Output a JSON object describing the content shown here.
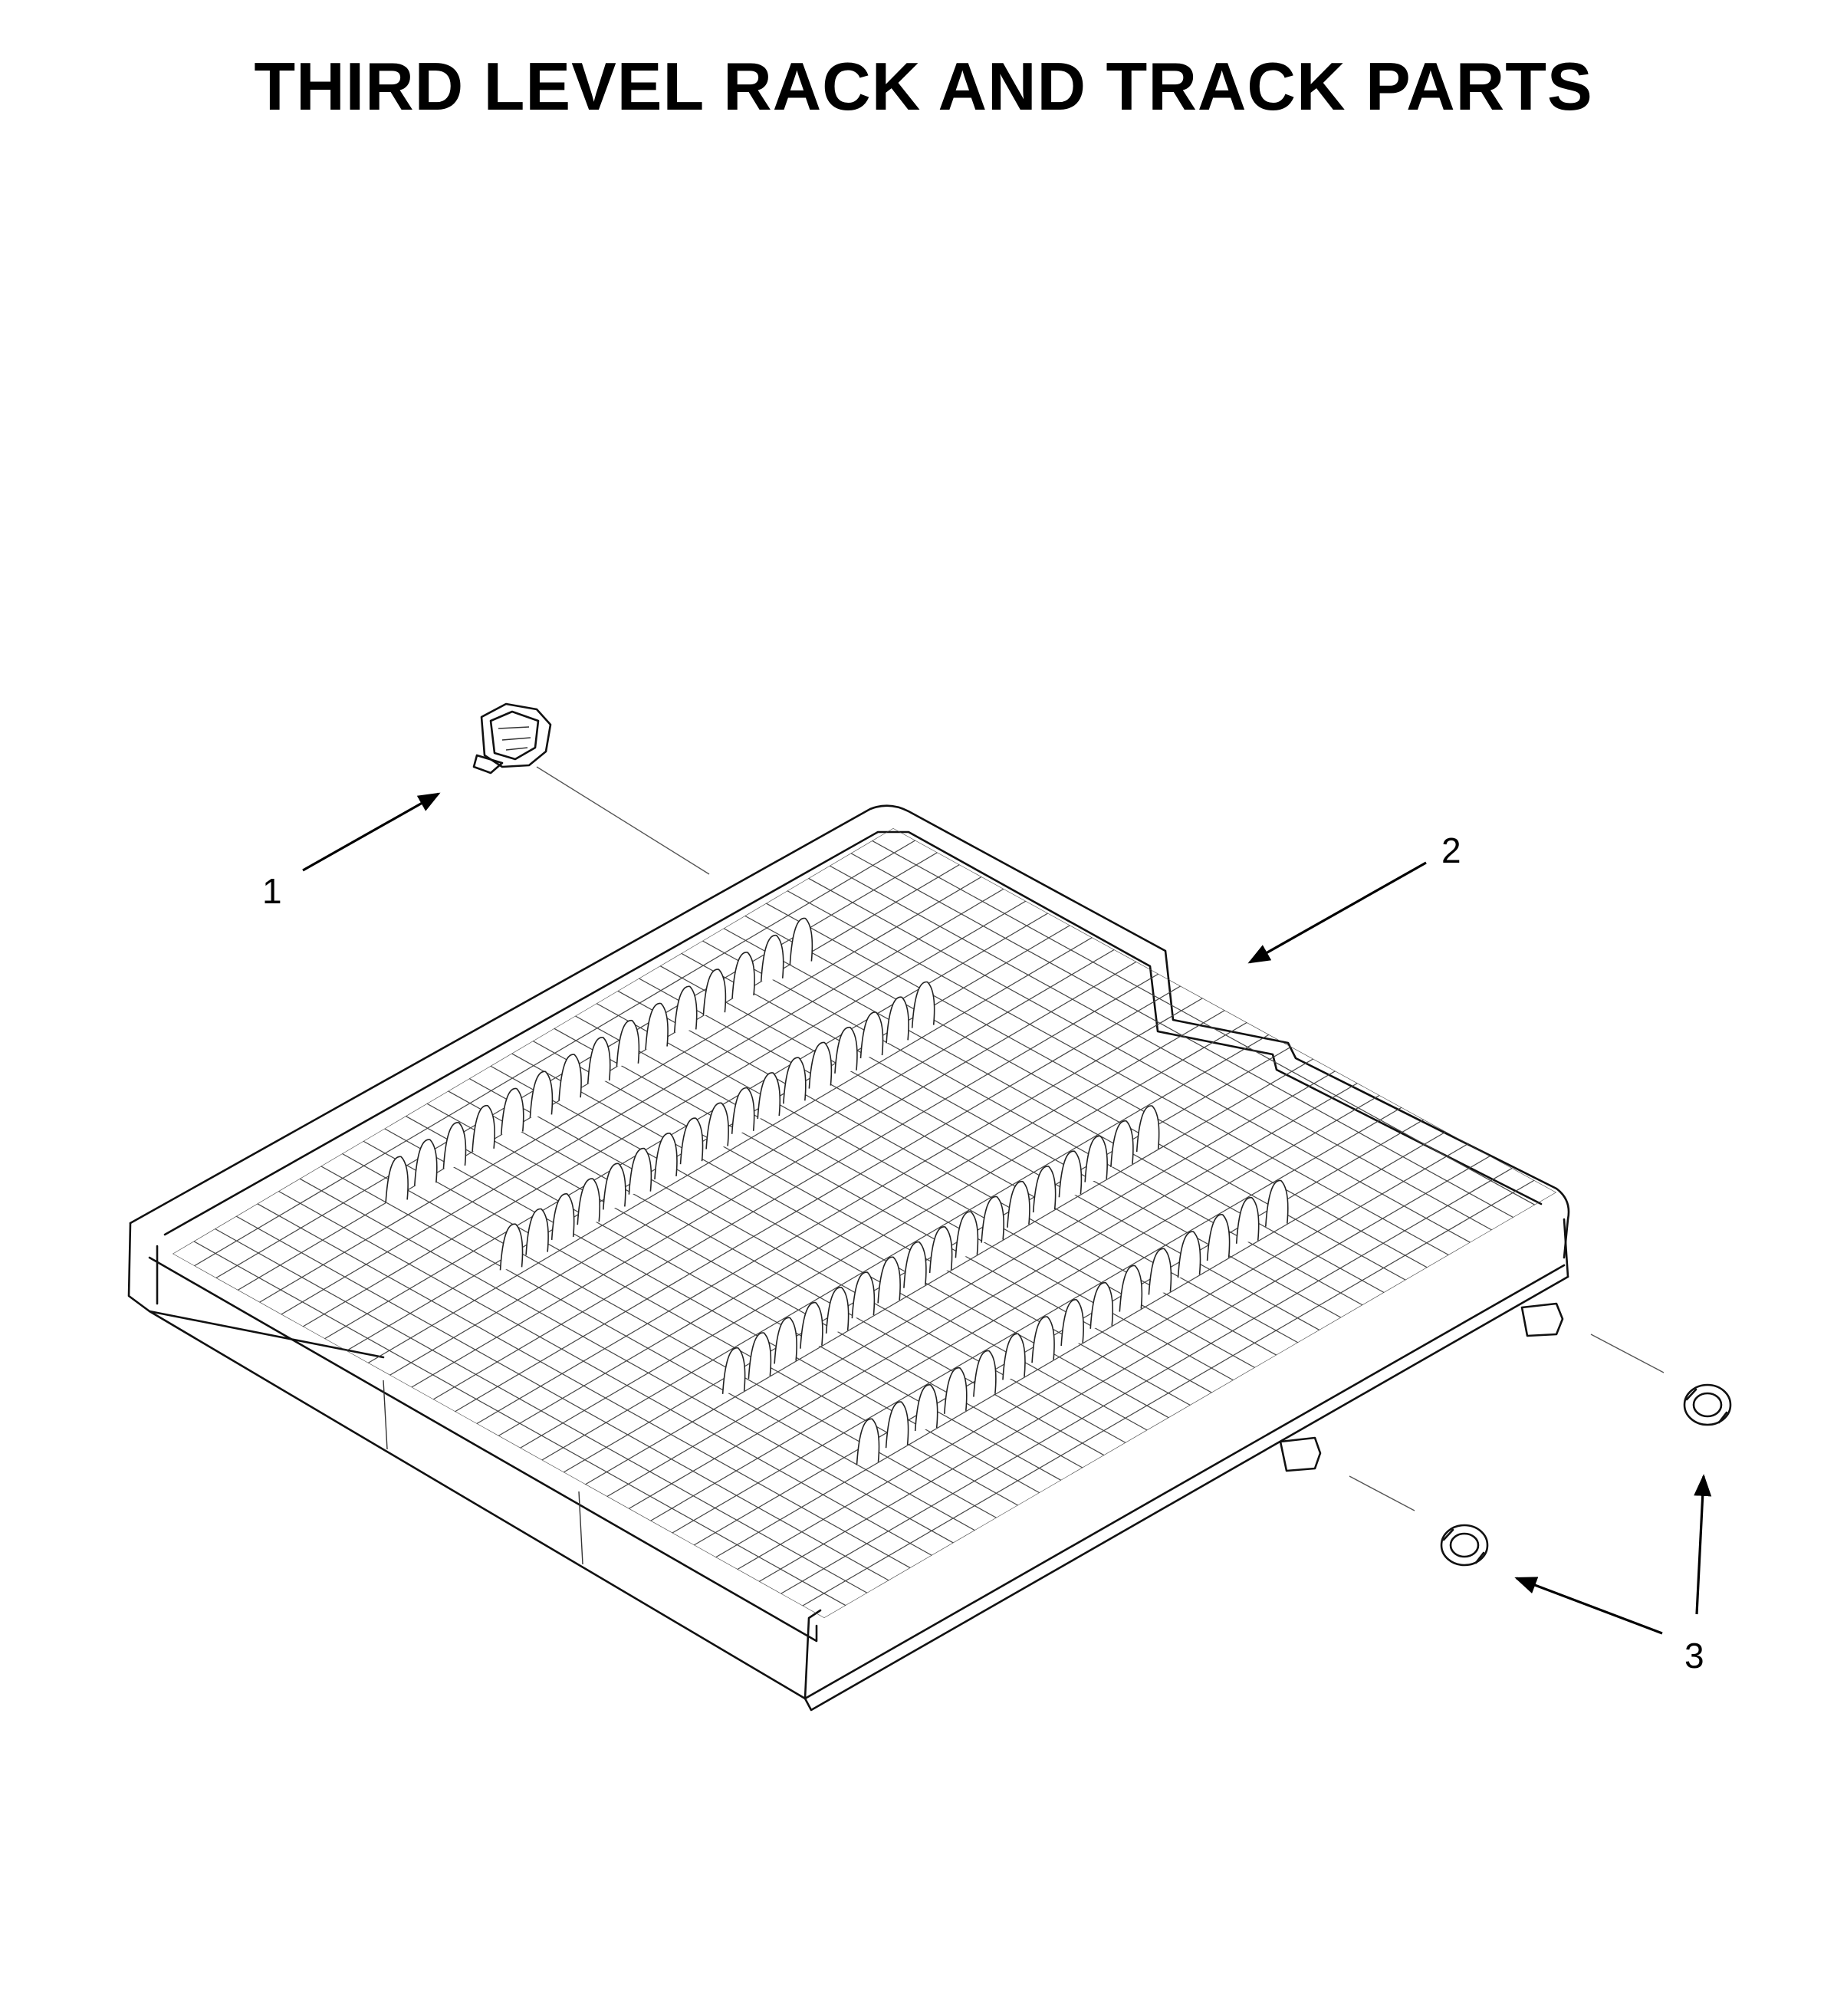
{
  "title": "THIRD LEVEL RACK AND TRACK PARTS",
  "callouts": [
    {
      "id": "1",
      "label": "1",
      "part": "rack-end-cap"
    },
    {
      "id": "2",
      "label": "2",
      "part": "third-level-rack"
    },
    {
      "id": "3",
      "label": "3",
      "part": "track-wheel"
    }
  ]
}
